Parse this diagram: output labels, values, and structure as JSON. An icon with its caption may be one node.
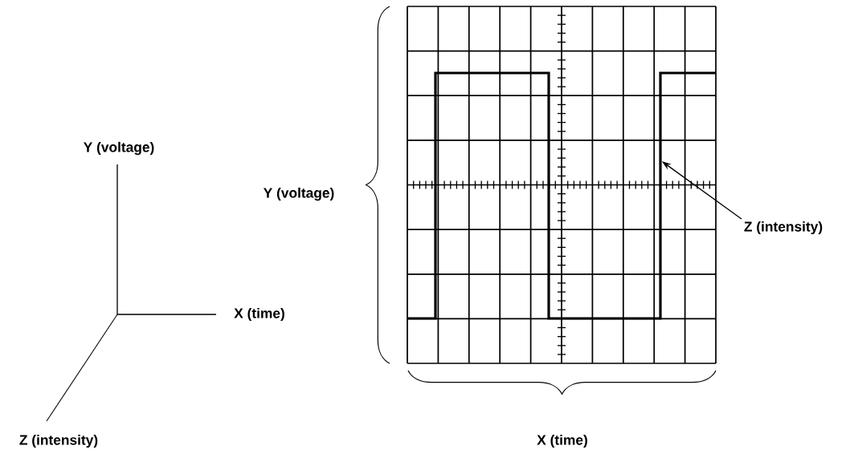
{
  "diagram": {
    "nodes": [
      {
        "text": [
          "Z (intensity)"
        ]
      },
      {
        "text": [],
        "shape": "picture"
      }
    ],
    "edges": [
      {
        "from": 0,
        "to": 1,
        "arrow": "to"
      }
    ],
    "labels": [
      "Y (voltage)",
      "Y (voltage)",
      "X (time)",
      "Z (intensity)",
      "X (time)"
    ]
  }
}
